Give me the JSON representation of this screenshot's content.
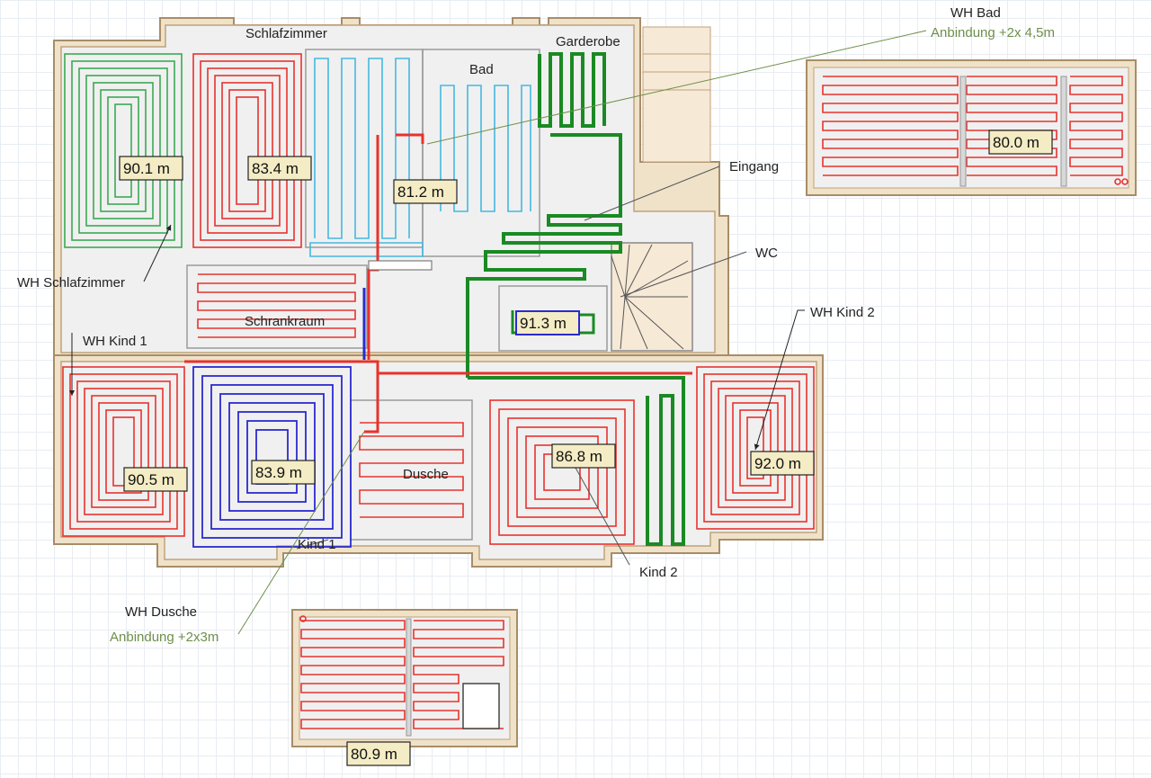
{
  "rooms": {
    "schlafzimmer": "Schlafzimmer",
    "bad": "Bad",
    "garderobe": "Garderobe",
    "eingang": "Eingang",
    "wc": "WC",
    "schrankraum": "Schrankraum",
    "dusche": "Dusche",
    "kind1": "Kind 1",
    "kind2": "Kind 2"
  },
  "heaters": {
    "wh_bad": "WH Bad",
    "wh_bad_connection": "Anbindung +2x 4,5m",
    "wh_schlafzimmer": "WH Schlafzimmer",
    "wh_kind1": "WH Kind 1",
    "wh_kind2": "WH Kind 2",
    "wh_dusche": "WH Dusche",
    "wh_dusche_connection": "Anbindung +2x3m"
  },
  "circuits": {
    "schlafzimmer_wall": "90.1 m",
    "schlafzimmer": "83.4 m",
    "bad": "81.2 m",
    "wh_bad": "80.0 m",
    "wc": "91.3 m",
    "kind1_wall": "90.5 m",
    "kind1": "83.9 m",
    "kind2": "86.8 m",
    "kind2_wall": "92.0 m",
    "wh_dusche": "80.9 m"
  },
  "colors": {
    "red": "#e8322d",
    "green": "#1a8a24",
    "green_light": "#3aaa52",
    "blue": "#2a2ad0",
    "cyan": "#45b8e0",
    "wall": "#c7ad8a",
    "wall_fill": "#efe2c9",
    "floor": "#f0f0f0",
    "annotation_green": "#6e8f4a"
  }
}
